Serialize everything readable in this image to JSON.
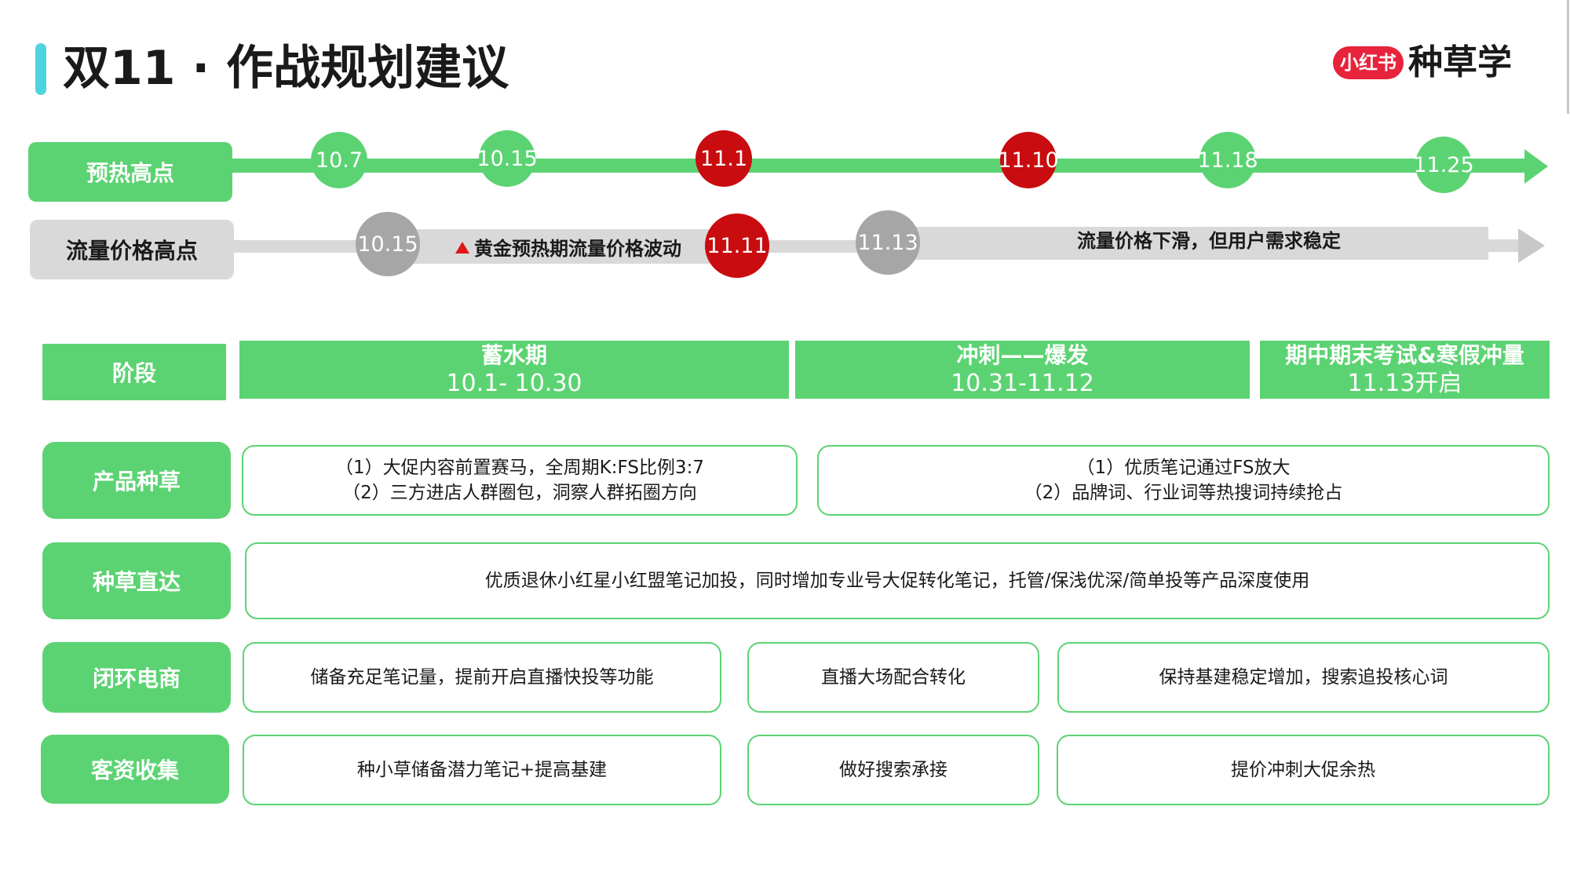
{
  "header": {
    "title": "双11 · 作战规划建议",
    "brand_badge": "小红书",
    "brand_text": "种草学"
  },
  "timeline": {
    "preheat": {
      "label": "预热高点",
      "dates": [
        "10.7",
        "10.15",
        "11.1",
        "11.10",
        "11.18",
        "11.25"
      ]
    },
    "traffic": {
      "label": "流量价格高点",
      "dates": [
        "10.15",
        "11.11",
        "11.13"
      ],
      "band_note_1": "黄金预热期流量价格波动",
      "band_note_2": "流量价格下滑，但用户需求稳定"
    }
  },
  "phases": {
    "label": "阶段",
    "items": [
      {
        "name": "蓄水期",
        "range": "10.1- 10.30"
      },
      {
        "name": "冲刺——爆发",
        "range": "10.31-11.12"
      },
      {
        "name": "期中期末考试&寒假冲量",
        "range": "11.13开启"
      }
    ]
  },
  "rows": [
    {
      "label": "产品种草",
      "boxes": [
        [
          "（1）大促内容前置赛马，全周期K:FS比例3:7",
          "（2）三方进店人群圈包，洞察人群拓圈方向"
        ],
        [
          "（1）优质笔记通过FS放大",
          "（2）品牌词、行业词等热搜词持续抢占"
        ]
      ]
    },
    {
      "label": "种草直达",
      "boxes": [
        [
          "优质退休小红星小红盟笔记加投，同时增加专业号大促转化笔记，托管/保浅优深/简单投等产品深度使用"
        ]
      ]
    },
    {
      "label": "闭环电商",
      "boxes": [
        [
          "储备充足笔记量，提前开启直播快投等功能"
        ],
        [
          "直播大场配合转化"
        ],
        [
          "保持基建稳定增加，搜索追投核心词"
        ]
      ]
    },
    {
      "label": "客资收集",
      "boxes": [
        [
          "种小草储备潜力笔记+提高基建"
        ],
        [
          "做好搜索承接"
        ],
        [
          "提价冲刺大促余热"
        ]
      ]
    }
  ],
  "colors": {
    "green": "#5cd373",
    "red": "#c90c0f",
    "gray": "#a6a6a6",
    "light_gray": "#d9d9d9",
    "accent_bar": "#4fd3dc",
    "brand_red": "#e8233c"
  }
}
